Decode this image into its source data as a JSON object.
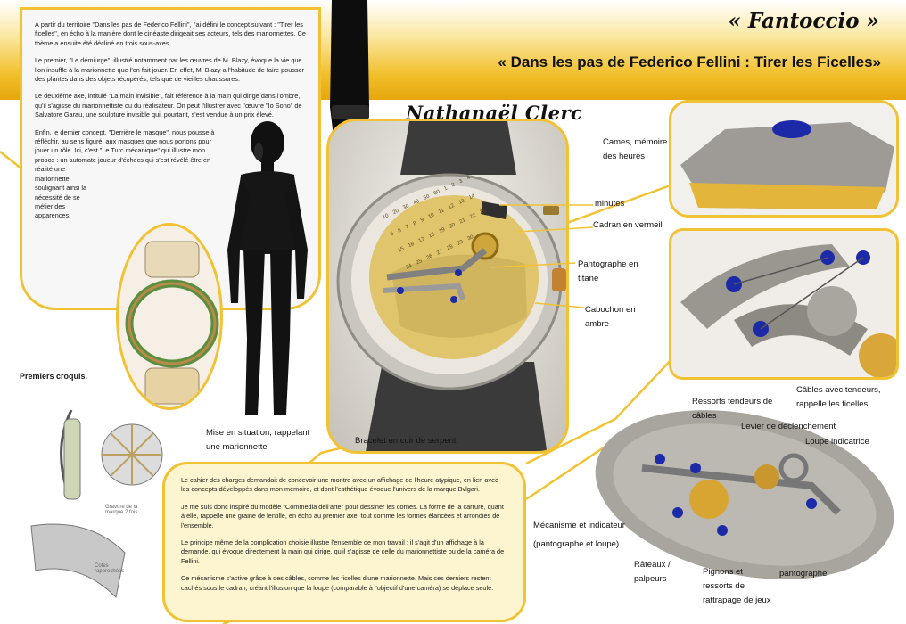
{
  "header": {
    "title": "« Fantoccio »",
    "subtitle": "« Dans les pas de Federico Fellini : Tirer les Ficelles»"
  },
  "intro": {
    "p1": "À partir du territoire \"Dans les pas de Federico Fellini\", j'ai défini le concept suivant : \"Tirer les ficelles\", en écho à la manière dont le cinéaste dirigeait ses acteurs, tels des marionnettes. Ce thème a ensuite été décliné en trois sous-axes.",
    "p2": "Le premier, \"Le démiurge\", illustré notamment par les œuvres de M. Blazy, évoque la vie que l'on insuffle à la marionnette que l'on fait jouer. En effet, M. Blazy a l'habitude de faire pousser des plantes dans des objets récupérés, tels que de vieilles chaussures.",
    "p3": "Le deuxième axe, intitulé \"La main invisible\", fait référence à la main qui dirige dans l'ombre, qu'il s'agisse du marionnettiste ou du réalisateur. On peut l'illustrer avec l'œuvre \"Io Sono\" de Salvatore Garau, une sculpture invisible qui, pourtant, s'est vendue à un prix élevé.",
    "p4a": "Enfin, le dernier concept, \"Derrière le masque\", nous pousse à réfléchir, au sens figuré, aux masques que nous portons pour jouer un rôle. Ici, c'est \"Le Turc mécanique\" qui illustre mon propos : un automate joueur d'échecs qui s'est révélé être en",
    "p4b": "réalité une marionnette, soulignant ainsi la nécessité de se méfier des apparences."
  },
  "designer_name": "Nathanaël Clerc",
  "captions": {
    "mannequin": "Mise en situation, rappelant une marionnette",
    "strap": "Bracelet en cuir de serpent",
    "minutes": "minutes",
    "cadran": "Cadran en vermeil",
    "pantographe_titane": "Pantographe en titane",
    "cabochon": "Cabochon en ambre",
    "cames": "Cames, mémoire des heures",
    "cables": "Câbles avec tendeurs, rappelle les ficelles",
    "ressorts": "Ressorts tendeurs de câbles",
    "levier": "Levier de déclenchement",
    "loupe": "Loupe indicatrice",
    "mecanisme": "Mécanisme et indicateur (pantographe et loupe)",
    "rateaux": "Râteaux / palpeurs",
    "pignons": "Pignons et ressorts de rattrapage de jeux",
    "pantographe": "pantographe",
    "sketches": "Premiers croquis."
  },
  "dial_numbers": [
    "10",
    "20",
    "30",
    "40",
    "50",
    "60",
    "1",
    "2",
    "3",
    "4",
    "5",
    "6",
    "7",
    "8",
    "9",
    "10",
    "11",
    "12",
    "13",
    "14",
    "15",
    "16",
    "17",
    "18",
    "19",
    "20",
    "21",
    "22",
    "23",
    "24",
    "25",
    "26",
    "27",
    "28",
    "29",
    "30"
  ],
  "sketch_notes": [
    "Gravure de la marque 2 fois",
    "Cotes rapprochées"
  ],
  "bottom": {
    "p1": "Le cahier des charges demandait de concevoir une montre avec un affichage de l'heure atypique, en lien avec les concepts développés dans mon mémoire, et dont l'esthétique évoque l'univers de la marque Bvlgari.",
    "p2": "Je me suis donc inspiré du modèle \"Commedia dell'arte\" pour dessiner les cornes. La forme de la carrure, quant à elle, rappelle une graine de lentille, en écho au premier axe, tout comme les formes élancées et arrondies de l'ensemble.",
    "p3": "Le principe même de la complication choisie illustre l'ensemble de mon travail : il s'agit d'un affichage à la demande, qui évoque directement la main qui dirige, qu'il s'agisse de celle du marionnettiste ou de la caméra de Fellini.",
    "p4": "Ce mécanisme s'active grâce à des câbles, comme les ficelles d'une marionnette. Mais ces derniers restent cachés sous le cadran, créant l'illusion que la loupe  (comparable à l'objectif d'une caméra) se déplace seule."
  },
  "colors": {
    "accent": "#f1c233",
    "gold": "#e6a60e",
    "sapphire": "#1c2aa8"
  }
}
